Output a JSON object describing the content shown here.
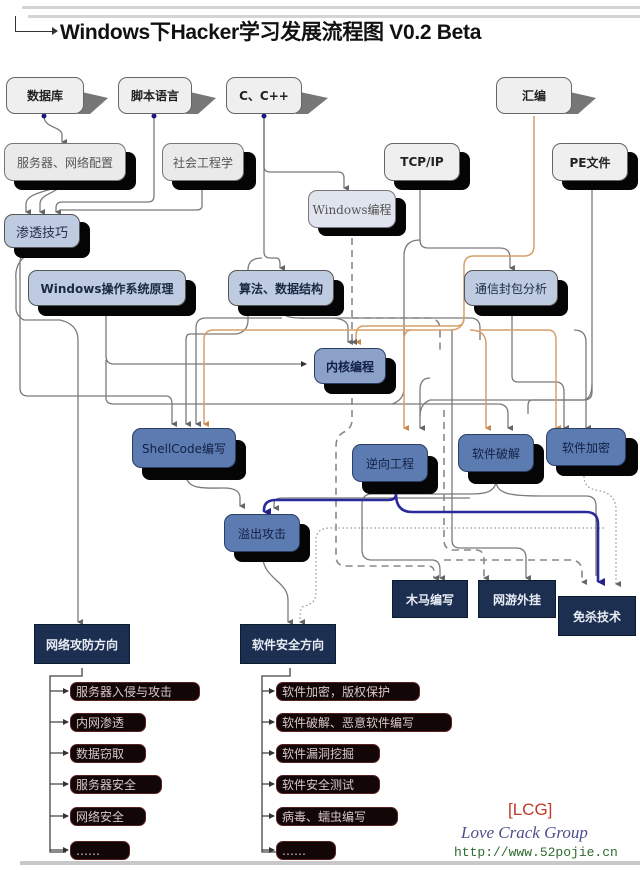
{
  "title": "Windows下Hacker学习发展流程图  V0.2 Beta",
  "colors": {
    "top_node_fill": "#efefef",
    "mid_node_fill": "#bfcbe0",
    "blue_node_fill": "#5c7bb0",
    "dark_node_fill": "#1c2f50",
    "item_fill": "#120607",
    "link_gray": "#777777",
    "link_orange": "#e0a060",
    "link_navy": "#2a2a9a",
    "link_purple": "#8a7aa8"
  },
  "nodes": {
    "database": "数据库",
    "script_lang": "脚本语言",
    "c_cpp": "C、C++",
    "assembly": "汇编",
    "server_net_config": "服务器、网络配置",
    "social_engineering": "社会工程学",
    "tcp_ip": "TCP/IP",
    "pe_file": "PE文件",
    "windows_programming": "Windows编程",
    "penetration_skills": "渗透技巧",
    "windows_os_principles": "Windows操作系统原理",
    "algorithms_ds": "算法、数据结构",
    "packet_analysis": "通信封包分析",
    "kernel_programming": "内核编程",
    "shellcode_writing": "ShellCode编写",
    "reverse_engineering": "逆向工程",
    "software_cracking": "软件破解",
    "software_encryption": "软件加密",
    "overflow_attack": "溢出攻击",
    "trojan_writing": "木马编写",
    "game_cheats": "网游外挂",
    "av_evasion": "免杀技术",
    "network_attack_defense": "网络攻防方向",
    "software_security": "软件安全方向"
  },
  "network_direction_items": [
    "服务器入侵与攻击",
    "内网渗透",
    "数据窃取",
    "服务器安全",
    "网络安全",
    "……"
  ],
  "software_direction_items": [
    "软件加密，版权保护",
    "软件破解、恶意软件编写",
    "软件漏洞挖掘",
    "软件安全测试",
    "病毒、蠕虫编写",
    "……"
  ],
  "footer": {
    "group_tag": "[LCG]",
    "group_name": "Love Crack Group",
    "url": "http://www.52pojie.cn"
  }
}
